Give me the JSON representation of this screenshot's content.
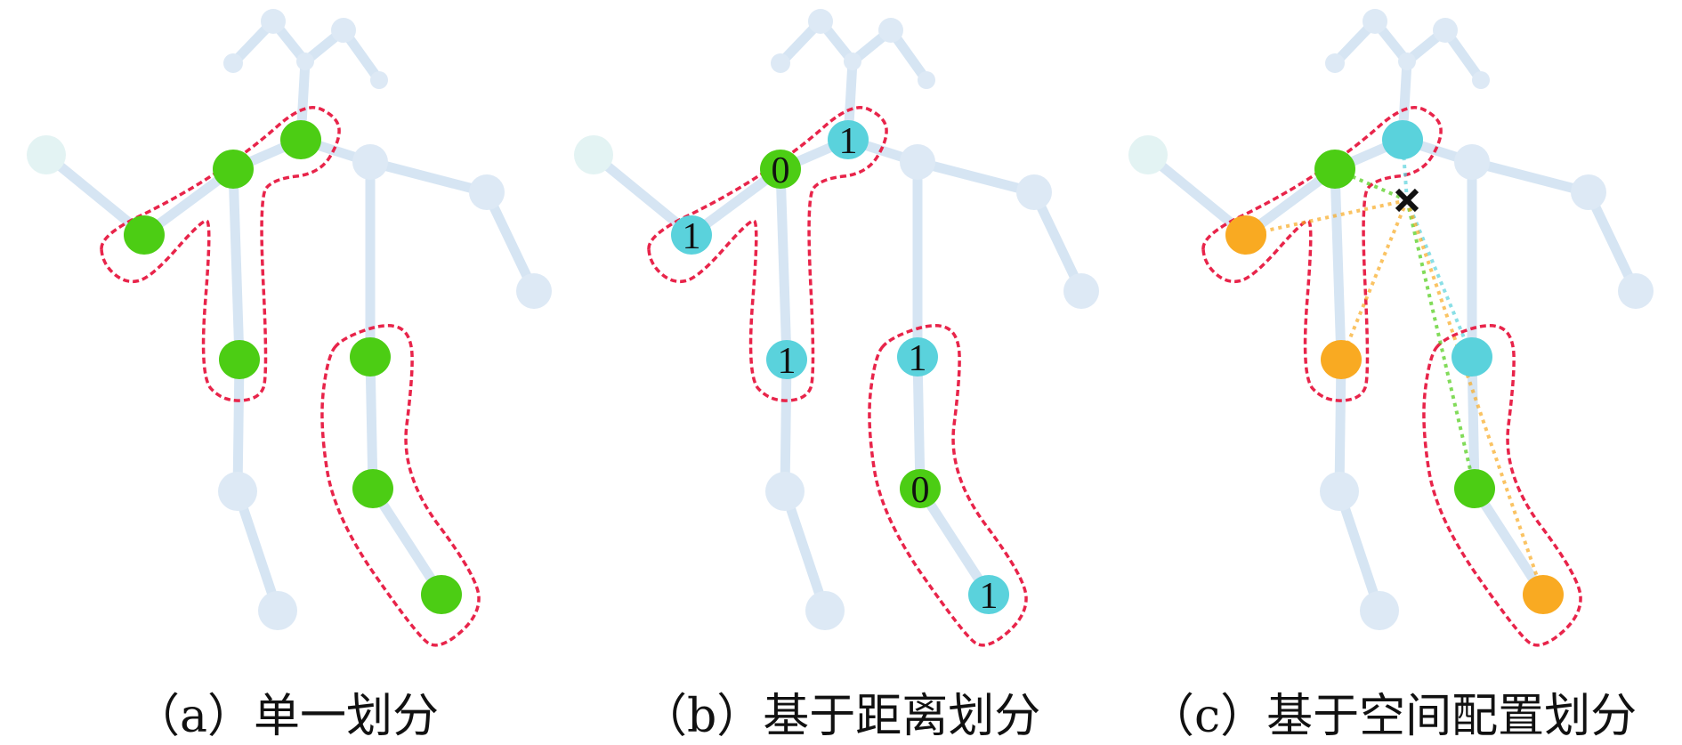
{
  "colors": {
    "bone": "#d6e5f3",
    "joint": "#dde9f5",
    "joint_faint": "#e3f3f3",
    "outline": "#e8244a",
    "green": "#4ccd14",
    "cyan": "#5ad2dc",
    "orange": "#f9aa22",
    "centroid": "#111111"
  },
  "panels": [
    {
      "caption": "（a）单一划分",
      "nodes": {
        "l_elbow": {
          "color": "green",
          "label": ""
        },
        "l_shoulder": {
          "color": "green",
          "label": ""
        },
        "neck": {
          "color": "green",
          "label": ""
        },
        "l_hip": {
          "color": "green",
          "label": ""
        },
        "r_hip": {
          "color": "green",
          "label": ""
        },
        "r_knee": {
          "color": "green",
          "label": ""
        },
        "r_foot": {
          "color": "green",
          "label": ""
        }
      },
      "centroid": false
    },
    {
      "caption": "（b）基于距离划分",
      "nodes": {
        "l_elbow": {
          "color": "cyan",
          "label": "1"
        },
        "l_shoulder": {
          "color": "green",
          "label": "0"
        },
        "neck": {
          "color": "cyan",
          "label": "1"
        },
        "l_hip": {
          "color": "cyan",
          "label": "1"
        },
        "r_hip": {
          "color": "cyan",
          "label": "1"
        },
        "r_knee": {
          "color": "green",
          "label": "0"
        },
        "r_foot": {
          "color": "cyan",
          "label": "1"
        }
      },
      "centroid": false
    },
    {
      "caption": "（c）基于空间配置划分",
      "nodes": {
        "l_elbow": {
          "color": "orange",
          "label": ""
        },
        "l_shoulder": {
          "color": "green",
          "label": ""
        },
        "neck": {
          "color": "cyan",
          "label": ""
        },
        "l_hip": {
          "color": "orange",
          "label": ""
        },
        "r_hip": {
          "color": "cyan",
          "label": ""
        },
        "r_knee": {
          "color": "green",
          "label": ""
        },
        "r_foot": {
          "color": "orange",
          "label": ""
        }
      },
      "centroid": true
    }
  ]
}
